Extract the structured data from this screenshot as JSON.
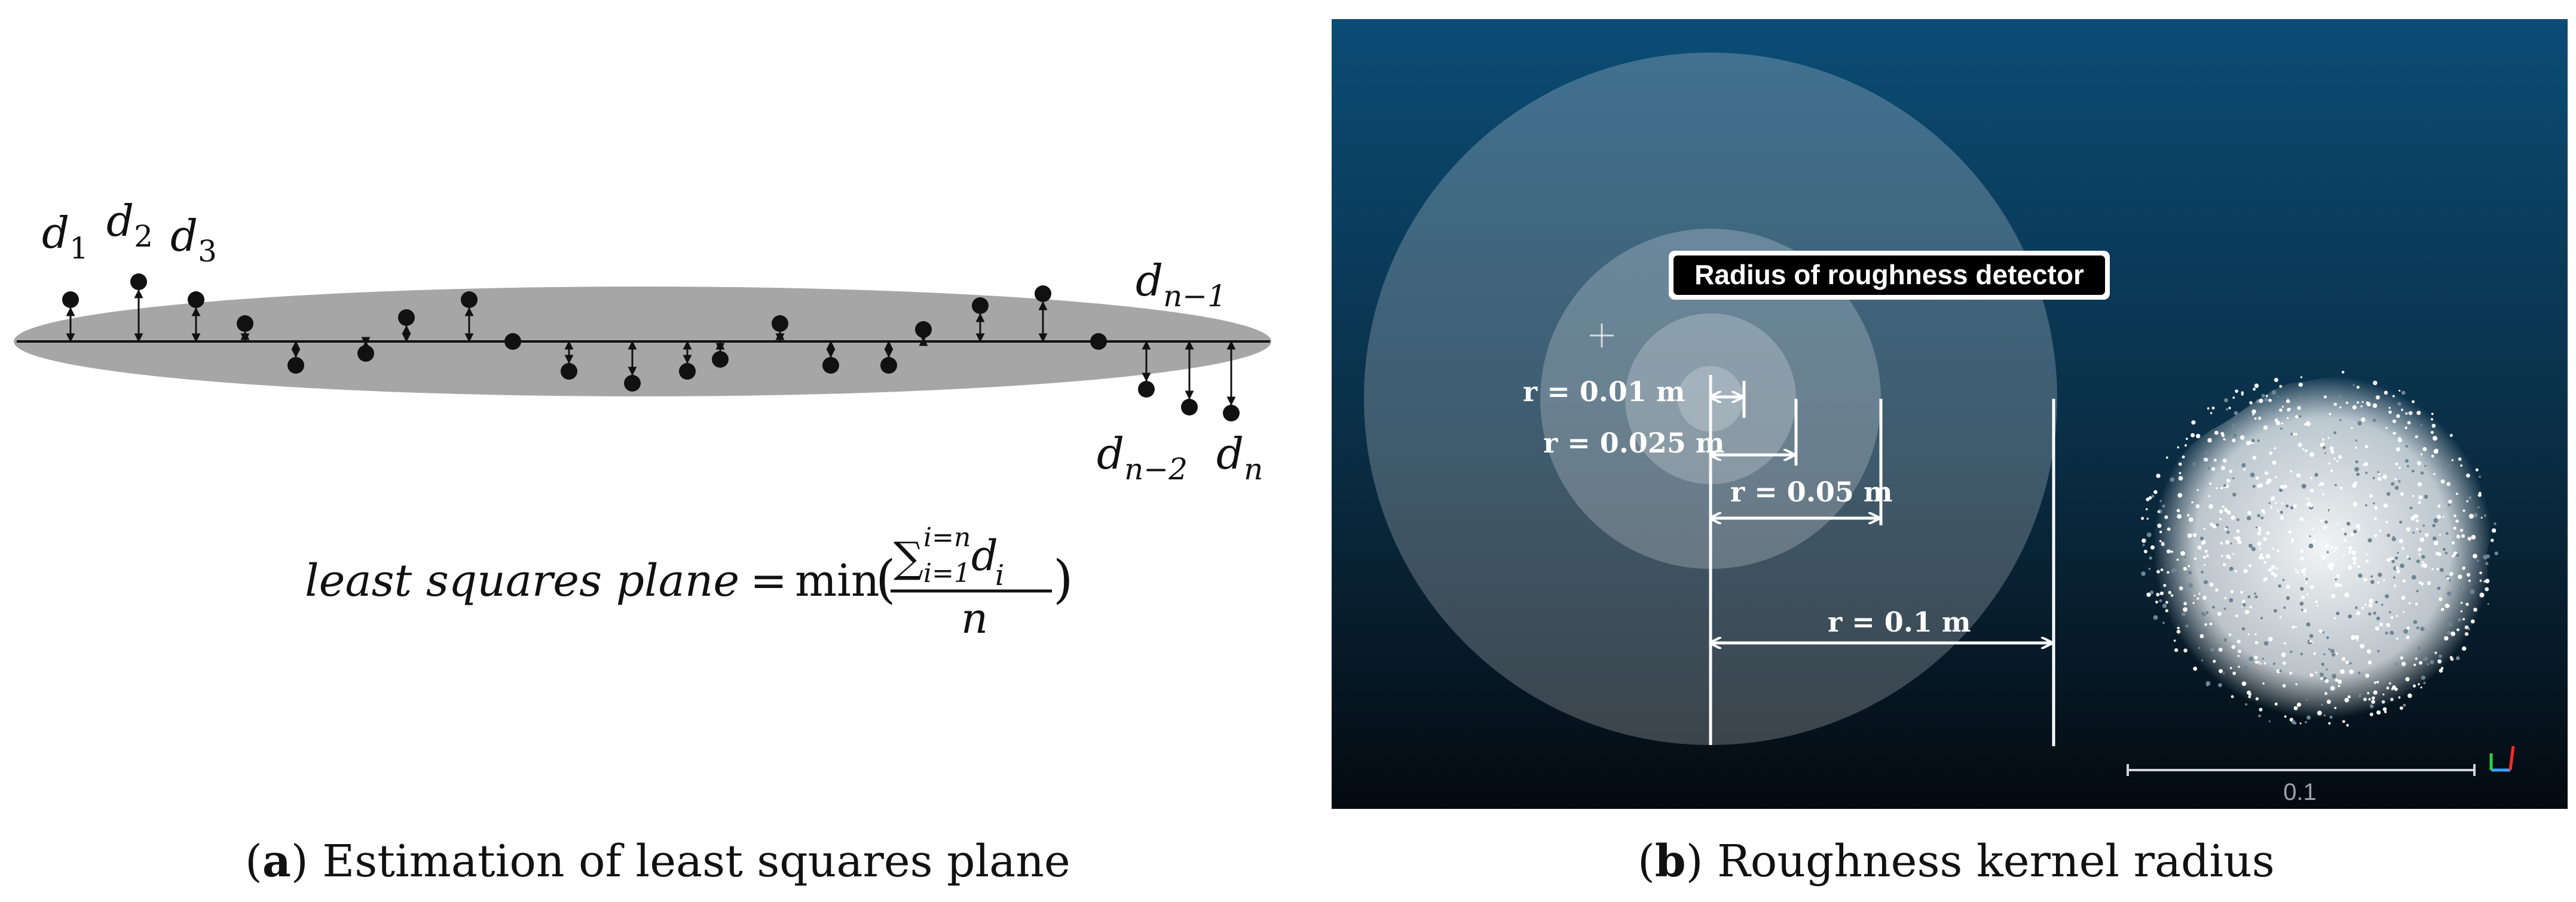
{
  "panel_a": {
    "caption_letter": "a",
    "caption_text": "Estimation of least squares plane",
    "labels": {
      "d1": {
        "base": "d",
        "sub": "1"
      },
      "d2": {
        "base": "d",
        "sub": "2"
      },
      "d3": {
        "base": "d",
        "sub": "3"
      },
      "dn1": {
        "base": "d",
        "sub": "n−1"
      },
      "dn2": {
        "base": "d",
        "sub": "n−2"
      },
      "dn": {
        "base": "d",
        "sub": "n"
      }
    },
    "formula": {
      "lhs": "least squares plane",
      "equals": "=",
      "op": "min",
      "numerator_sum": "∑",
      "sum_upper": "i=n",
      "sum_lower": "i=1",
      "summand": "d",
      "summand_sub": "i",
      "denominator": "n",
      "open_paren": "(",
      "close_paren": ")"
    },
    "points": [
      {
        "side": "above",
        "dist": 70
      },
      {
        "side": "above",
        "dist": 100
      },
      {
        "side": "above",
        "dist": 70
      },
      {
        "side": "above",
        "dist": 30
      },
      {
        "side": "below",
        "dist": 40
      },
      {
        "side": "below",
        "dist": 20
      },
      {
        "side": "above",
        "dist": 40
      },
      {
        "side": "above",
        "dist": 70
      },
      {
        "side": "above",
        "dist": 0
      },
      {
        "side": "below",
        "dist": 50
      },
      {
        "side": "below",
        "dist": 70
      },
      {
        "side": "below",
        "dist": 50
      },
      {
        "side": "below",
        "dist": 30
      },
      {
        "side": "above",
        "dist": 30
      },
      {
        "side": "below",
        "dist": 40
      },
      {
        "side": "below",
        "dist": 40
      },
      {
        "side": "above",
        "dist": 20
      },
      {
        "side": "above",
        "dist": 60
      },
      {
        "side": "above",
        "dist": 80
      },
      {
        "side": "above",
        "dist": 0
      },
      {
        "side": "below",
        "dist": 80
      },
      {
        "side": "below",
        "dist": 110
      },
      {
        "side": "below",
        "dist": 120
      }
    ]
  },
  "panel_b": {
    "caption_letter": "b",
    "caption_text": "Roughness kernel radius",
    "title": "Radius of roughness detector",
    "radii": [
      {
        "label": "r = 0.01 m",
        "value": 0.01
      },
      {
        "label": "r = 0.025 m",
        "value": 0.025
      },
      {
        "label": "r = 0.05 m",
        "value": 0.05
      },
      {
        "label": "r = 0.1 m",
        "value": 0.1
      }
    ],
    "scale_label": "0.1",
    "colors": {
      "bg_top": "#0b4a73",
      "bg_bottom": "#050c12",
      "circle_fill": "#ffffff",
      "label_box": "#000000"
    }
  }
}
